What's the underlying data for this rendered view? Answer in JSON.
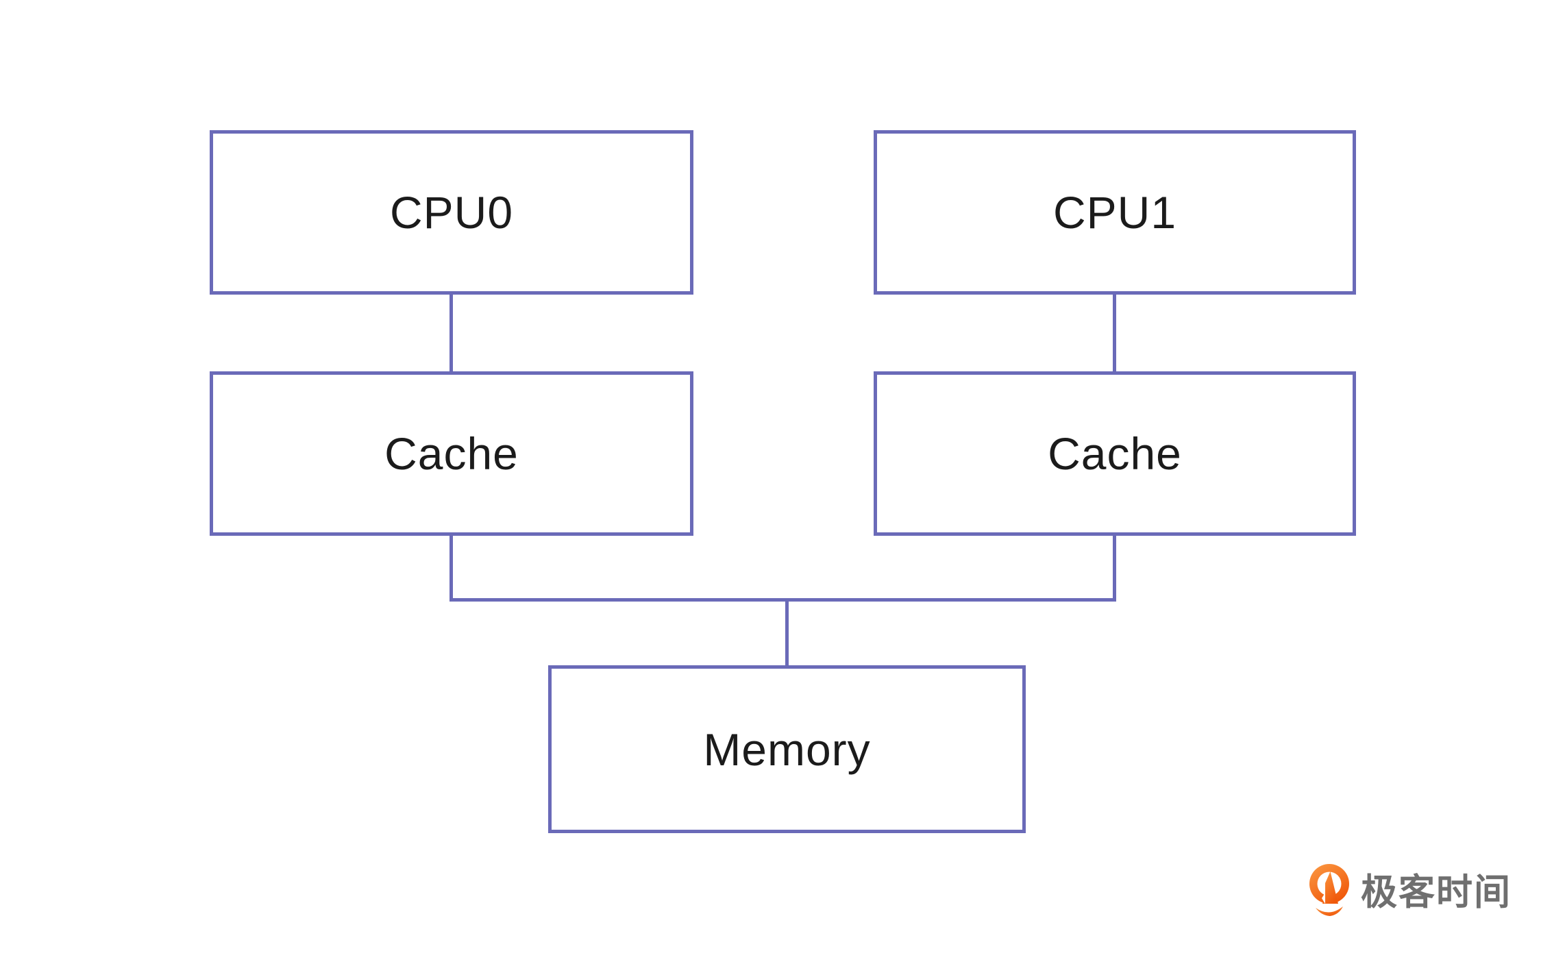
{
  "colors": {
    "box_border": "#6A6AB8",
    "label_text": "#1B1B1B",
    "background": "#FFFFFF",
    "logo_text_gray": "#6F6F6F",
    "icon_orange": "#F0590B",
    "icon_orange_light": "#FB9A44"
  },
  "diagram": {
    "type": "block-diagram",
    "description": "Two CPUs each with a private cache, both caches connected through a shared bus to main memory",
    "nodes": {
      "cpu0": {
        "label": "CPU0"
      },
      "cpu1": {
        "label": "CPU1"
      },
      "cache_left": {
        "label": "Cache"
      },
      "cache_right": {
        "label": "Cache"
      },
      "memory": {
        "label": "Memory"
      }
    },
    "edges": [
      {
        "from": "cpu0",
        "to": "cache_left"
      },
      {
        "from": "cpu1",
        "to": "cache_right"
      },
      {
        "from": "cache_left",
        "to": "memory"
      },
      {
        "from": "cache_right",
        "to": "memory"
      }
    ]
  },
  "logo": {
    "text": "极客时间"
  }
}
